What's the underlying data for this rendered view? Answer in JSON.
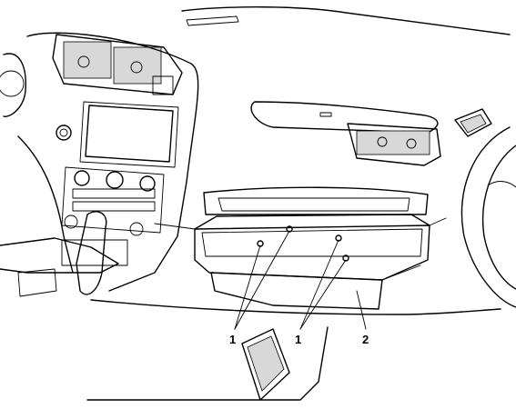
{
  "callouts": {
    "one_left": "1",
    "one_right": "1",
    "two": "2"
  }
}
